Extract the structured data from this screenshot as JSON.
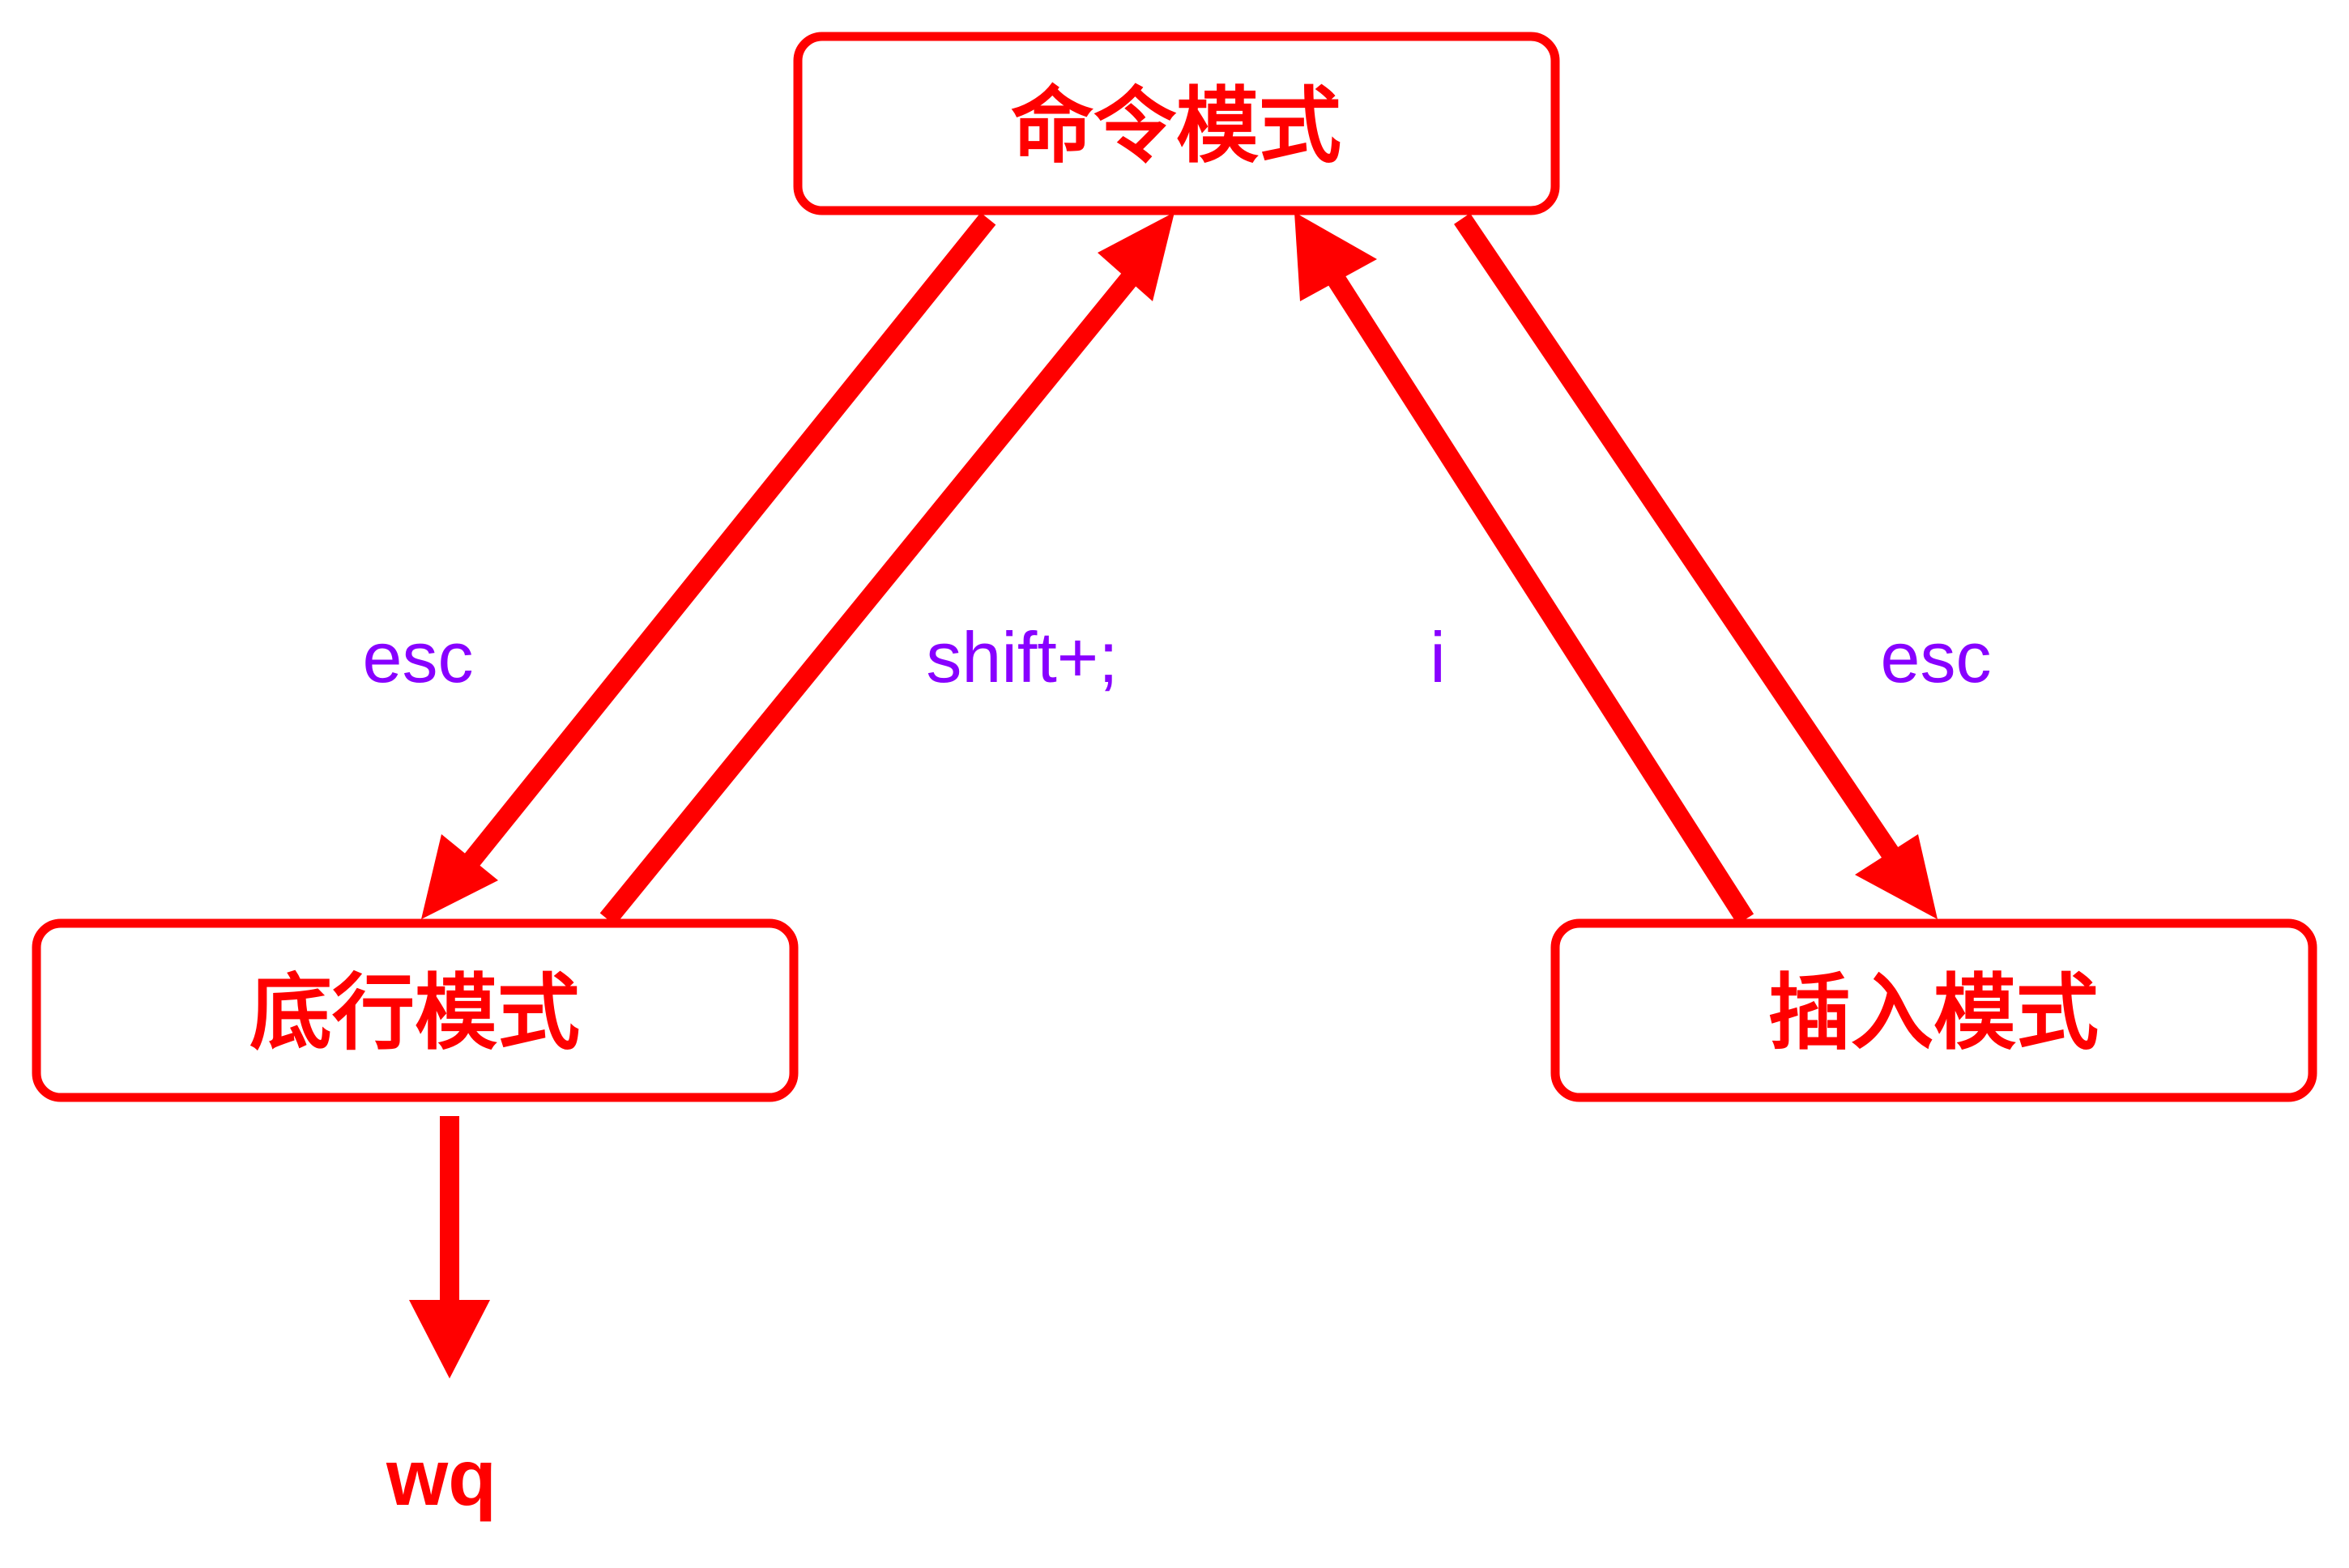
{
  "colors": {
    "node_stroke": "#ff0000",
    "node_text": "#ff0000",
    "arrow": "#ff0000",
    "edge_label": "#8800ff",
    "background": "#ffffff"
  },
  "nodes": {
    "command": {
      "label": "命令模式"
    },
    "lastline": {
      "label": "底行模式"
    },
    "insert": {
      "label": "插入模式"
    }
  },
  "edges": {
    "command_to_lastline": {
      "label": "esc"
    },
    "lastline_to_command": {
      "label": "shift+;"
    },
    "insert_to_command": {
      "label": "i"
    },
    "command_to_insert": {
      "label": "esc"
    },
    "lastline_to_result": {
      "label": "wq"
    }
  }
}
